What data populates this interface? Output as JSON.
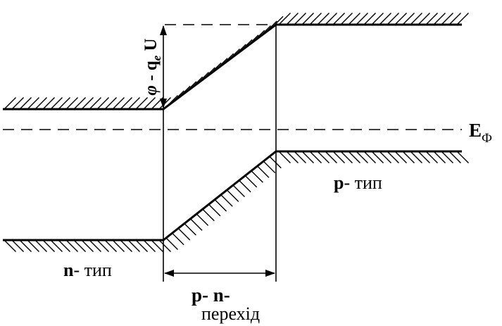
{
  "labels": {
    "barrier": {
      "phi": "φ",
      "sep": " - ",
      "q": "q",
      "sub": "e",
      "u": " U"
    },
    "fermi": {
      "main": "E",
      "sub": "Ф"
    },
    "p_type": {
      "letter": "p",
      "word": "- тип"
    },
    "n_type": {
      "letter": "n",
      "word": "- тип"
    },
    "junction": {
      "line1": "p- n-",
      "line2": "перехід"
    }
  }
}
